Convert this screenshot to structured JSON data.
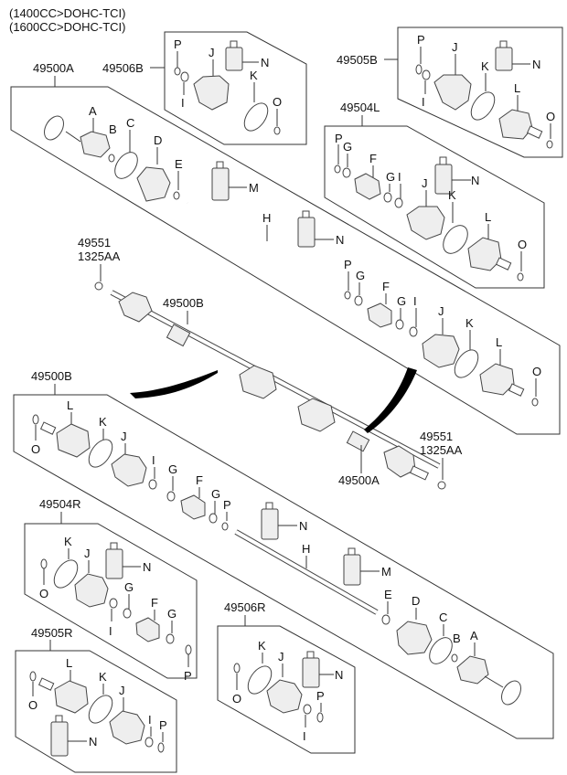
{
  "header": {
    "line1": "(1400CC>DOHC-TCI)",
    "line2": "(1600CC>DOHC-TCI)"
  },
  "assemblies": {
    "a49500A_top": "49500A",
    "a49506B": "49506B",
    "a49505B": "49505B",
    "a49504L": "49504L",
    "nut_top_1": "49551",
    "nut_top_2": "1325AA",
    "shaft_b": "49500B",
    "a49500B_mid": "49500B",
    "shaft_a": "49500A",
    "nut_bot_1": "49551",
    "nut_bot_2": "1325AA",
    "a49504R": "49504R",
    "a49505R": "49505R",
    "a49506R": "49506R"
  },
  "letters": {
    "A": "A",
    "B": "B",
    "C": "C",
    "D": "D",
    "E": "E",
    "F": "F",
    "G": "G",
    "H": "H",
    "I": "I",
    "J": "J",
    "K": "K",
    "L": "L",
    "M": "M",
    "N": "N",
    "O": "O",
    "P": "P"
  }
}
